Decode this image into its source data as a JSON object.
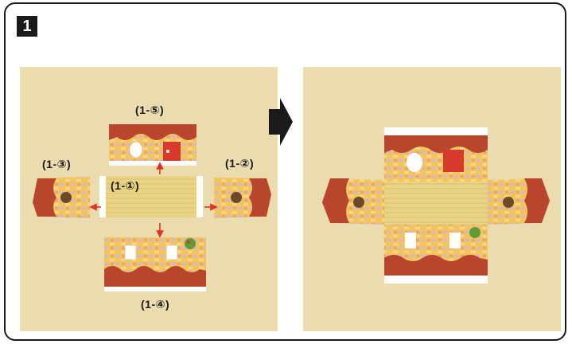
{
  "step": {
    "number": "1"
  },
  "labels": {
    "piece_center": "(1-①)",
    "piece_right": "(1-②)",
    "piece_left": "(1-③)",
    "piece_bottom": "(1-④)",
    "piece_top": "(1-⑤)"
  },
  "colors": {
    "background": "#eadcae",
    "roof_red": "#b8452c",
    "wall_yellow": "#f2c45a",
    "floor_straw": "#e9d384",
    "arrow_red": "#e0322a",
    "door_red": "#d8392b"
  }
}
